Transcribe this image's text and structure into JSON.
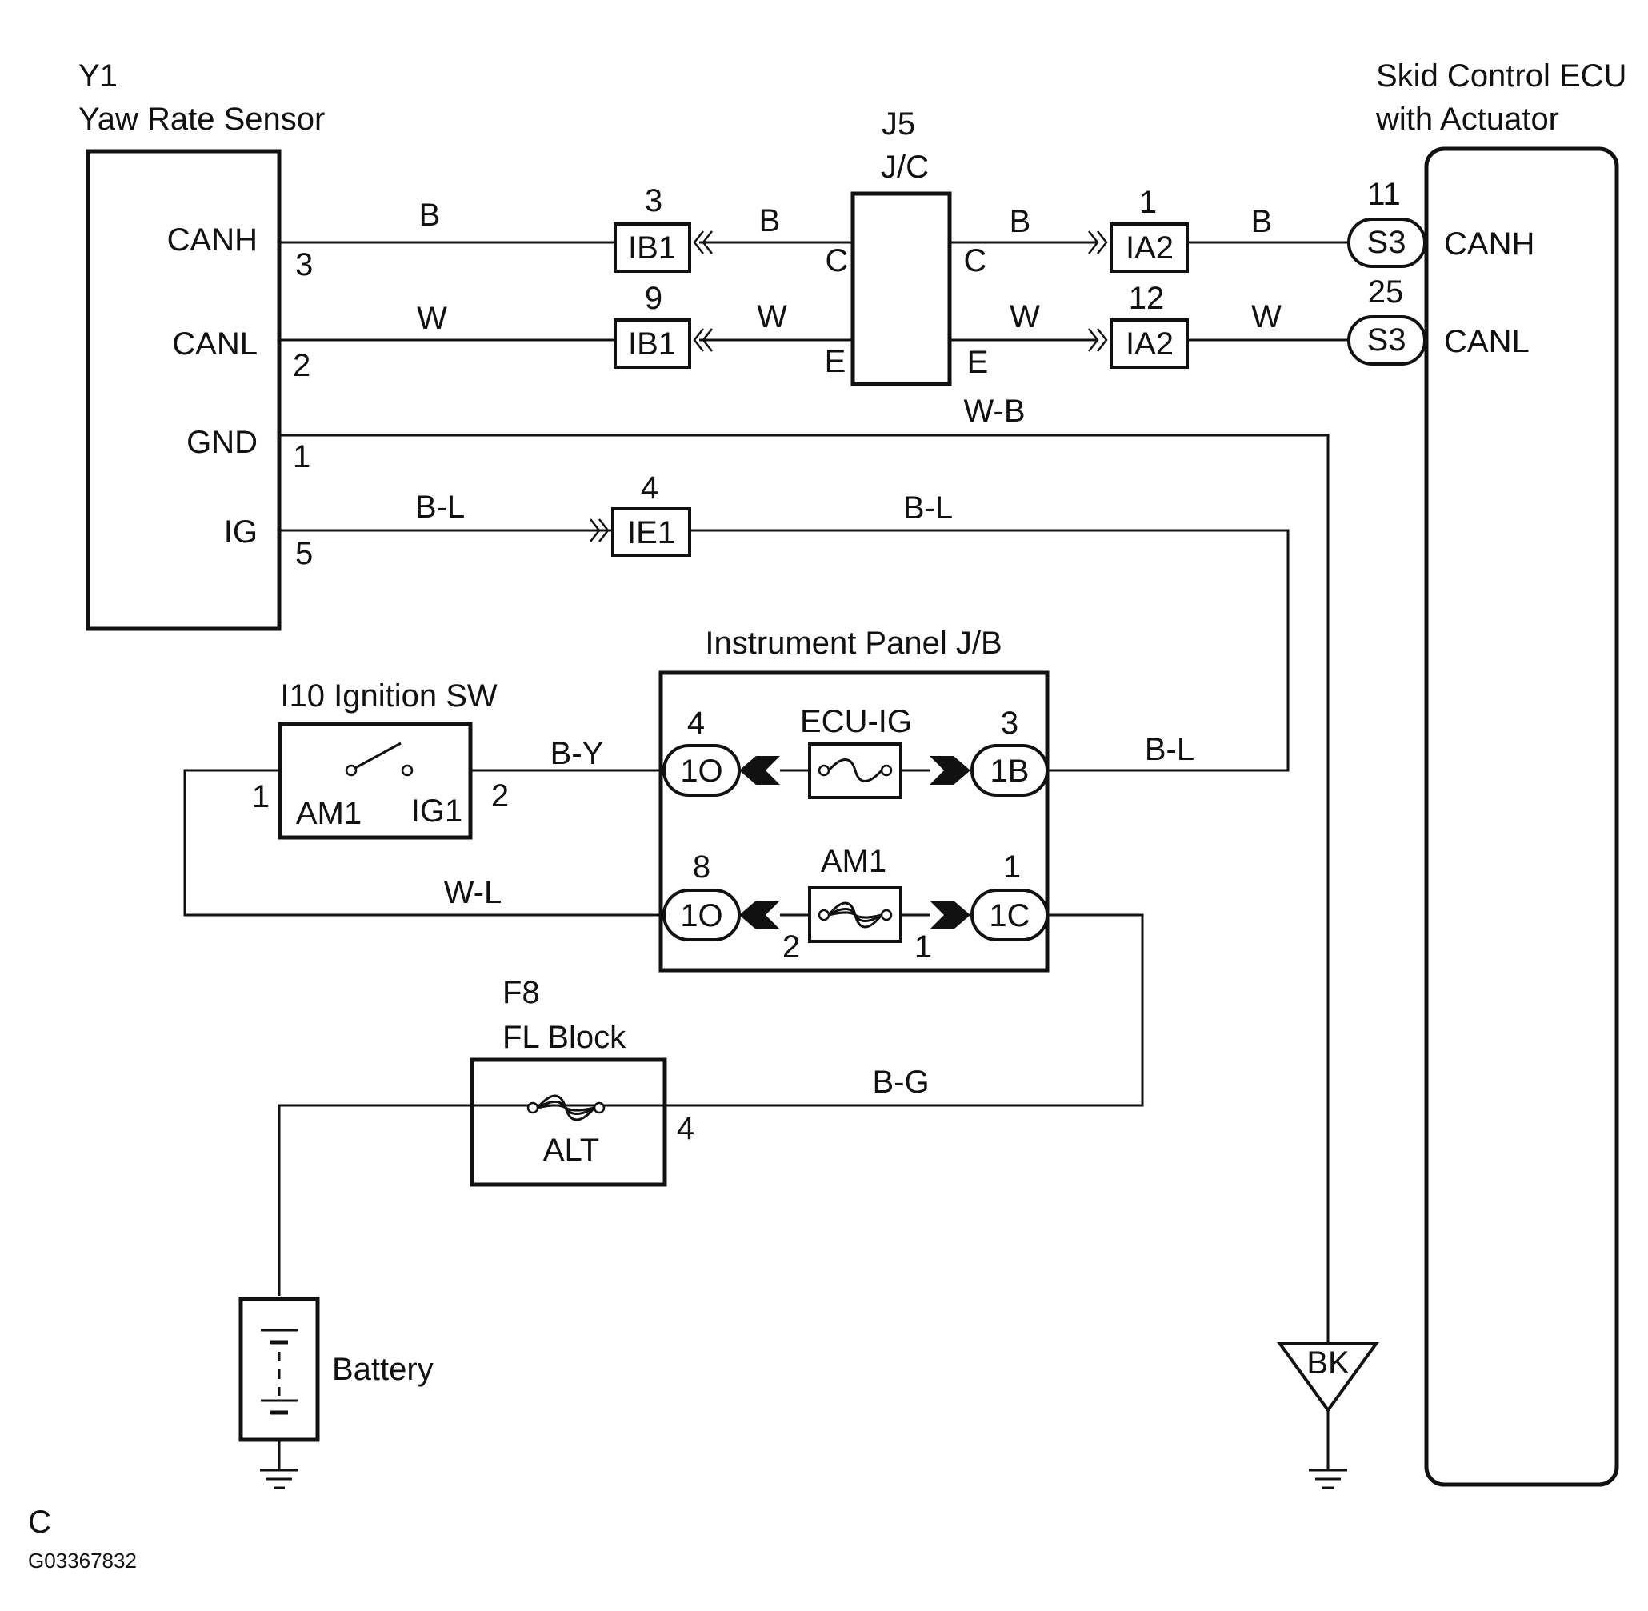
{
  "components": {
    "yaw_sensor": {
      "id": "Y1",
      "name": "Yaw Rate Sensor",
      "pins": [
        "CANH",
        "CANL",
        "GND",
        "IG"
      ],
      "pin_numbers": [
        "3",
        "2",
        "1",
        "5"
      ]
    },
    "skid_ecu": {
      "name_line1": "Skid Control ECU",
      "name_line2": "with Actuator",
      "pins": [
        "CANH",
        "CANL"
      ],
      "pin_numbers": [
        "11",
        "25"
      ],
      "connector": "S3"
    },
    "jc": {
      "id": "J5",
      "name": "J/C",
      "pin_c": "C",
      "pin_e": "E"
    },
    "ignition_sw": {
      "title": "I10 Ignition SW",
      "left_label": "AM1",
      "right_label": "IG1",
      "pin_left": "1",
      "pin_right": "2"
    },
    "instrument_jb": {
      "title": "Instrument Panel J/B",
      "fuse_top": "ECU-IG",
      "fuse_bottom": "AM1",
      "conn_top_left": "1O",
      "conn_top_right": "1B",
      "conn_bottom_left": "1O",
      "conn_bottom_right": "1C",
      "pin_top_left": "4",
      "pin_top_right": "3",
      "pin_bottom_left": "8",
      "pin_bottom_right": "1",
      "fuse_pin_left": "2",
      "fuse_pin_right": "1"
    },
    "fl_block": {
      "id": "F8",
      "name": "FL Block",
      "fuse": "ALT",
      "pin": "4"
    },
    "battery": {
      "label": "Battery"
    },
    "ground": {
      "label": "BK"
    }
  },
  "connectors": {
    "ib1_top": {
      "label": "IB1",
      "pin": "3"
    },
    "ib1_bottom": {
      "label": "IB1",
      "pin": "9"
    },
    "ia2_top": {
      "label": "IA2",
      "pin": "1"
    },
    "ia2_bottom": {
      "label": "IA2",
      "pin": "12"
    },
    "ie1": {
      "label": "IE1",
      "pin": "4"
    }
  },
  "wires": {
    "canh_1": "B",
    "canh_2": "B",
    "canh_3": "B",
    "canh_4": "B",
    "canl_1": "W",
    "canl_2": "W",
    "canl_3": "W",
    "canl_4": "W",
    "gnd": "W-B",
    "ig_1": "B-L",
    "ig_2": "B-L",
    "ig_3": "B-L",
    "ign_out": "B-Y",
    "am1_feed": "W-L",
    "alt_feed": "B-G"
  },
  "footer": {
    "section": "C",
    "code": "G03367832"
  }
}
